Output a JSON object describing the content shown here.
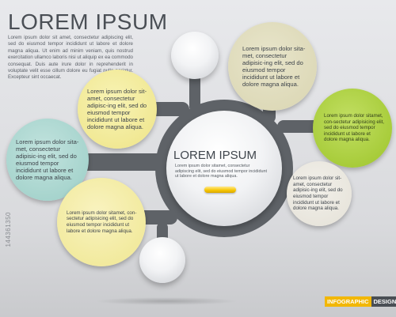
{
  "header": {
    "title": "LOREM IPSUM",
    "intro": "Lorem ipsum dolor sit amet, consectetur adipiscing elit, sed do eiusmod tempor incididunt ut labore et dolore magna aliqua. Ut enim ad minim veniam, quis nostrud exercitation ullamco laboris nisi ut aliquip ex ea commodo consequat. Duis aute irure dolor in reprehenderit in voluptate velit esse cillum dolore eu fugiat nulla pariatur. Excepteur sint occaecat."
  },
  "center": {
    "title": "LOREM IPSUM",
    "body": "Lorem ipsum dolor sitamet, consectetur adipiscing elit, sed do eiusmod tempor incididunt ut labore et dolore magna aliqua."
  },
  "nodes": {
    "yellow_top": "Lorem ipsum dolor sit-amet, consectetur adipisc-ing elit, sed do eiusmod tempor incididunt ut labore et dolore magna aliqua.",
    "teal_left": "Lorem ipsum dolor sita-met, consectetur adipisic-ing elit, sed do eiusmod tempor incididunt ut labore et dolore magna aliqua.",
    "yellow_bottom": "Lorem ipsum dolor sitamet, con-sectetur adipisicing elit, sed do eiusmod tempor incididunt ut labore et dolore magna aliqua.",
    "khaki_top": "Lorem ipsum dolor sita-met, consectetur adipisic-ing elit, sed do eiusmod tempor incididunt ut labore et dolore magna aliqua.",
    "green_right": "Lorem ipsum dolor sitamet, con-sectetur adipisicing elit, sed do eiusmod tempor incididunt ut labore et dolore magna aliqua.",
    "grey_right": "Lorem ipsum dolor sit-amet, consectetur adipisic-ing elit, sed do eiusmod tempor incididunt ut labore et dolore magna aliqua."
  },
  "watermark": {
    "stock_id": "144361350",
    "logo_left": "INFOGRAPHIC",
    "logo_right": "DESIGN"
  },
  "colors": {
    "connector": "#5e6267",
    "yellow": "#f3ec9e",
    "teal": "#a9d6d0",
    "khaki": "#dfdcbd",
    "green": "#a8cd3c",
    "grey": "#ebe9e2"
  }
}
